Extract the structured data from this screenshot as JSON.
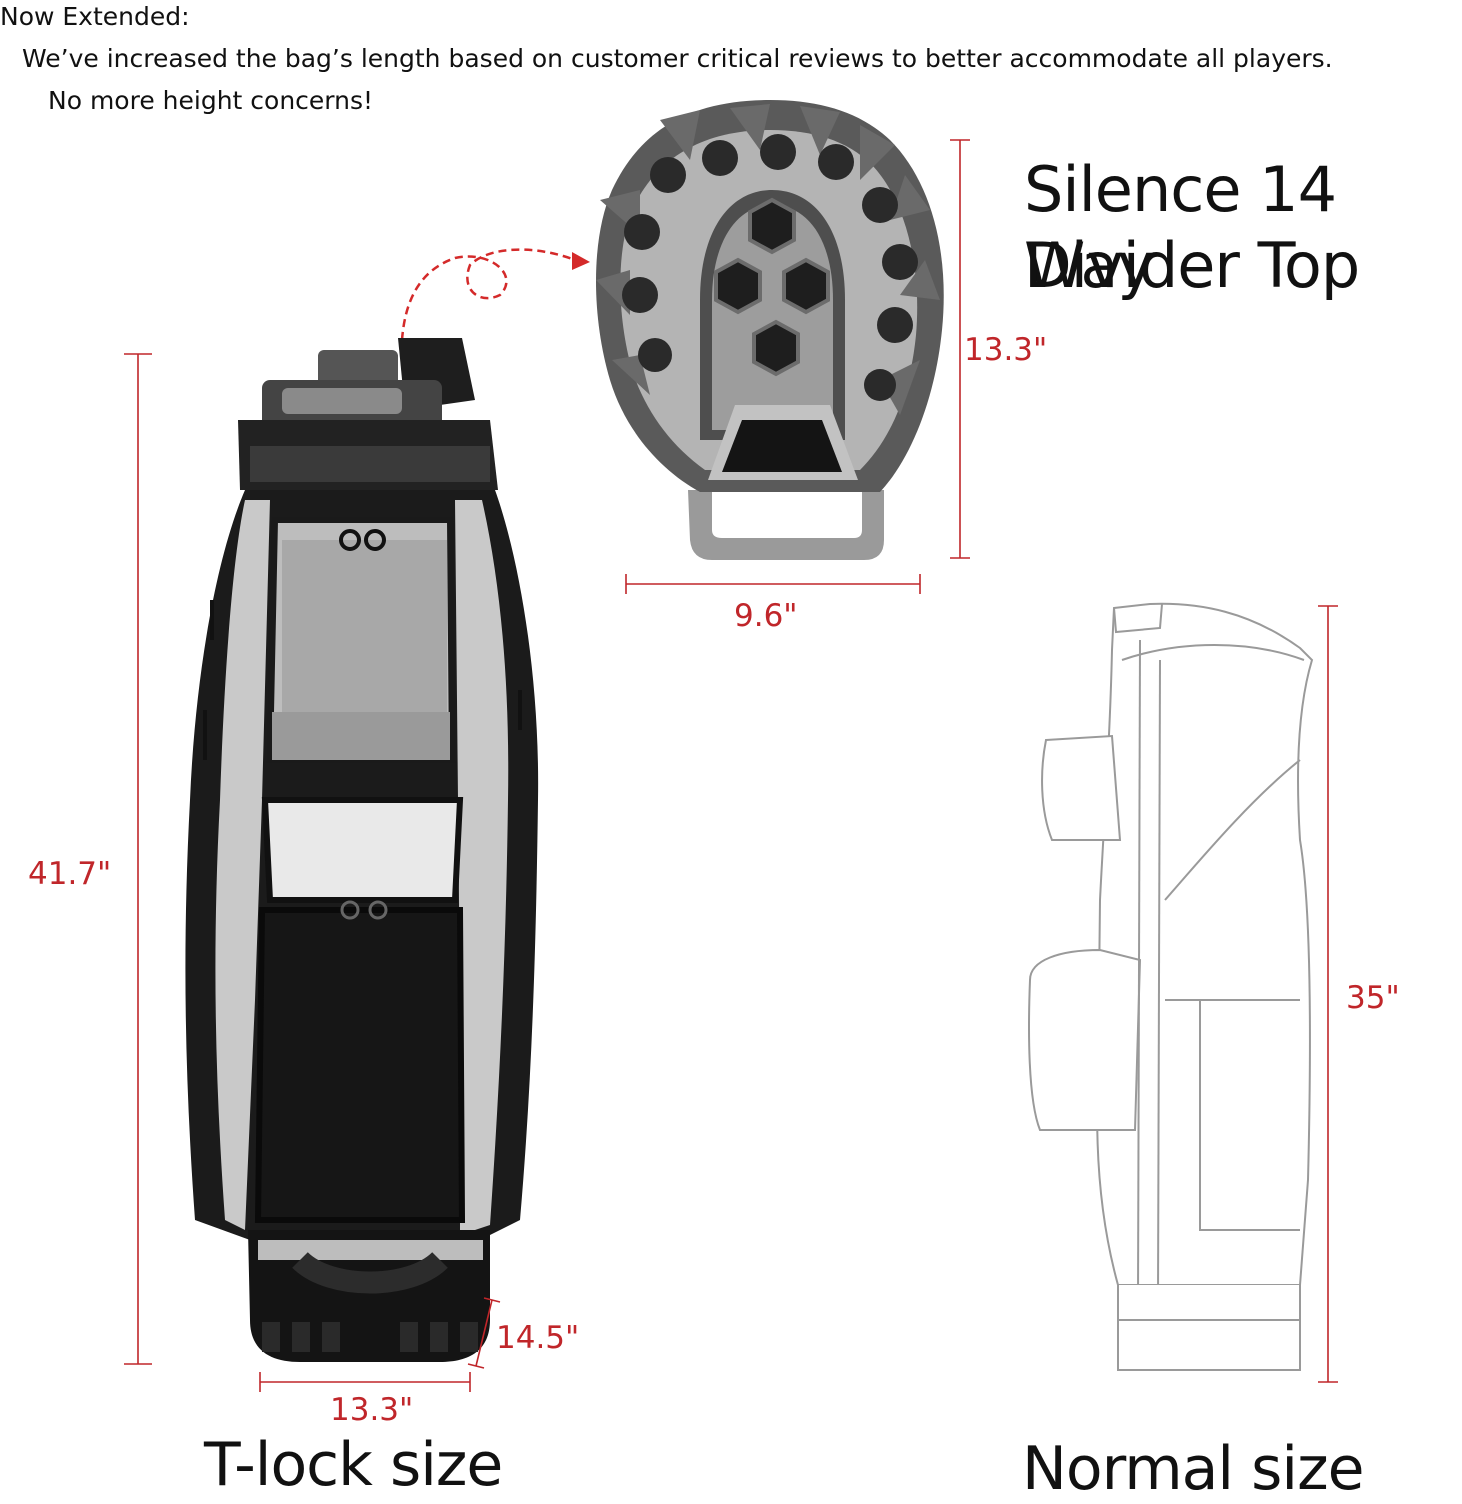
{
  "intro": {
    "line1": "Now Extended:",
    "line2": "We’ve increased the bag’s length based on customer critical reviews to better accommodate all players.",
    "line3": "No more height concerns!"
  },
  "divider": {
    "title_line1": "Silence 14 Way",
    "title_line2": "Divider Top",
    "width": "9.6\"",
    "height": "13.3\""
  },
  "tlock_bag": {
    "height": "41.7\"",
    "depth": "14.5\"",
    "width": "13.3\"",
    "label": "T-lock size"
  },
  "normal_bag": {
    "height": "35\"",
    "label": "Normal size"
  },
  "colors": {
    "measure_red": "#c0262a",
    "bag_black": "#1b1b1b",
    "bag_gray": "#c9c9c9",
    "divider_dark": "#5a5a5a",
    "divider_light": "#b4b4b4"
  }
}
